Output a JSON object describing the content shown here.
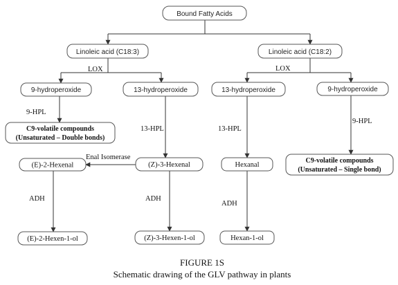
{
  "nodes": {
    "bound_fatty_acids": "Bound Fatty Acids",
    "linoleic_left": "Linoleic acid (C18:3)",
    "linoleic_right": "Linoleic acid (C18:2)",
    "hp9_left": "9-hydroperoxide",
    "hp13_left": "13-hydroperoxide",
    "hp13_right": "13-hydroperoxide",
    "hp9_right": "9-hydroperoxide",
    "c9_unsat_double_l1": "C9-volatile compounds",
    "c9_unsat_double_l2": "(Unsaturated – Double bonds)",
    "e2_hexenal": "(E)-2-Hexenal",
    "z3_hexenal": "(Z)-3-Hexenal",
    "hexanal": "Hexanal",
    "c9_unsat_single_l1": "C9-volatile compounds",
    "c9_unsat_single_l2": "(Unsaturated – Single bond)",
    "e2_hexenol": "(E)-2-Hexen-1-ol",
    "z3_hexenol": "(Z)-3-Hexen-1-ol",
    "hexanol": "Hexan-1-ol"
  },
  "labels": {
    "lox_left": "LOX",
    "lox_right": "LOX",
    "hpl9_left": "9-HPL",
    "hpl13_left": "13-HPL",
    "hpl13_right": "13-HPL",
    "hpl9_right": "9-HPL",
    "enal_isomerase": "Enal Isomerase",
    "adh_1": "ADH",
    "adh_2": "ADH",
    "adh_3": "ADH"
  },
  "caption": {
    "title": "FIGURE 1S",
    "subtitle": "Schematic drawing of the GLV pathway in plants"
  }
}
